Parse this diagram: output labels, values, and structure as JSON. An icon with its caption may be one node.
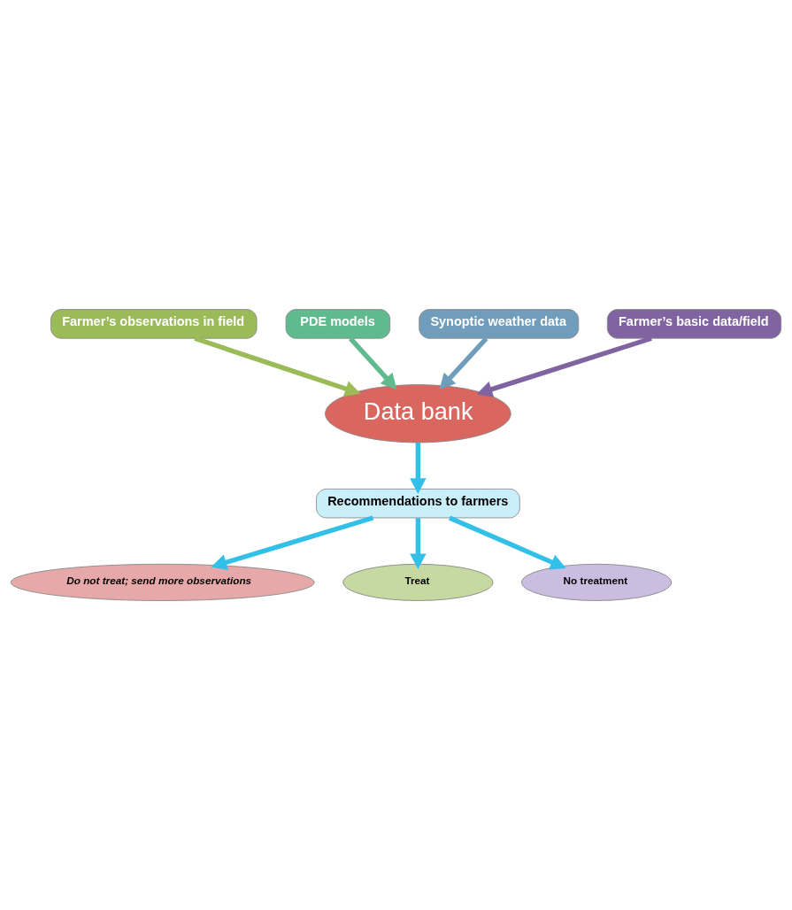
{
  "diagram": {
    "nodes": [
      {
        "text": [
          "Farmer’s observations in field"
        ]
      },
      {
        "text": [
          "PDE models"
        ]
      },
      {
        "text": [
          "Synoptic weather data"
        ]
      },
      {
        "text": [
          "Farmer’s basic data/field"
        ]
      },
      {
        "text": [
          "Data bank"
        ]
      },
      {
        "text": [
          "Recommendations to farmers"
        ]
      },
      {
        "text": [
          "Do not treat; send more observations"
        ]
      },
      {
        "text": [
          "Treat"
        ]
      },
      {
        "text": [
          "No treatment"
        ]
      }
    ],
    "edges": [
      {
        "from": 0,
        "to": 4,
        "arrow": "to",
        "color": "#9bbb59"
      },
      {
        "from": 1,
        "to": 4,
        "arrow": "to",
        "color": "#5fba8e"
      },
      {
        "from": 2,
        "to": 4,
        "arrow": "to",
        "color": "#6f9dbb"
      },
      {
        "from": 3,
        "to": 4,
        "arrow": "to",
        "color": "#8064a2"
      },
      {
        "from": 4,
        "to": 5,
        "arrow": "to"
      },
      {
        "from": 5,
        "to": 6,
        "arrow": "to"
      },
      {
        "from": 5,
        "to": 7,
        "arrow": "to"
      },
      {
        "from": 5,
        "to": 8,
        "arrow": "to"
      }
    ]
  }
}
